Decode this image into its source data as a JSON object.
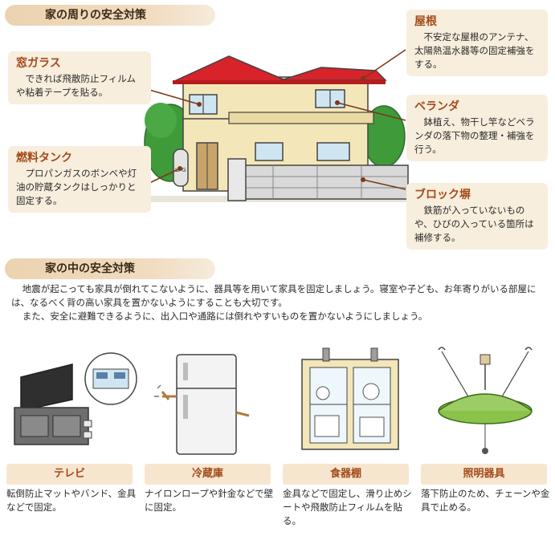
{
  "outside": {
    "header": "家の周りの安全対策",
    "callouts": {
      "roof": {
        "title": "屋根",
        "body": "不安定な屋根のアンテナ、太陽熱温水器等の固定補強をする。"
      },
      "window": {
        "title": "窓ガラス",
        "body": "できれば飛散防止フィルムや粘着テープを貼る。"
      },
      "veranda": {
        "title": "ベランダ",
        "body": "鉢植え、物干し竿などベランダの落下物の整理・補強を行う。"
      },
      "fuel": {
        "title": "燃料タンク",
        "body": "プロパンガスのボンベや灯油の貯蔵タンクはしっかりと固定する。"
      },
      "block": {
        "title": "ブロック塀",
        "body": "鉄筋が入っていないものや、ひびの入っている箇所は補修する。"
      }
    },
    "lpg_label": "LPG"
  },
  "inside": {
    "header": "家の中の安全対策",
    "intro": [
      "地震が起こっても家具が倒れてこないように、器具等を用いて家具を固定しましょう。寝室や子ども、お年寄りがいる部屋には、なるべく背の高い家具を置かないようにすることも大切です。",
      "また、安全に避難できるように、出入口や通路には倒れやすいものを置かないようにしましょう。"
    ],
    "items": [
      {
        "label": "テレビ",
        "desc": "転倒防止マットやバンド、金具などで固定。"
      },
      {
        "label": "冷蔵庫",
        "desc": "ナイロンロープや針金などで壁に固定。"
      },
      {
        "label": "食器棚",
        "desc": "金具などで固定し、滑り止めシートや飛散防止フィルムを貼る。"
      },
      {
        "label": "照明器具",
        "desc": "落下防止のため、チェーンや金具で止める。"
      }
    ]
  },
  "colors": {
    "header_bg": "#ecd3b0",
    "callout_bg": "#f7eedd",
    "title_text": "#a24a1a",
    "roof": "#d8232a",
    "wall": "#f3e6b8",
    "tree": "#3f9a3a",
    "lamp_shade": "#8bc34a"
  }
}
